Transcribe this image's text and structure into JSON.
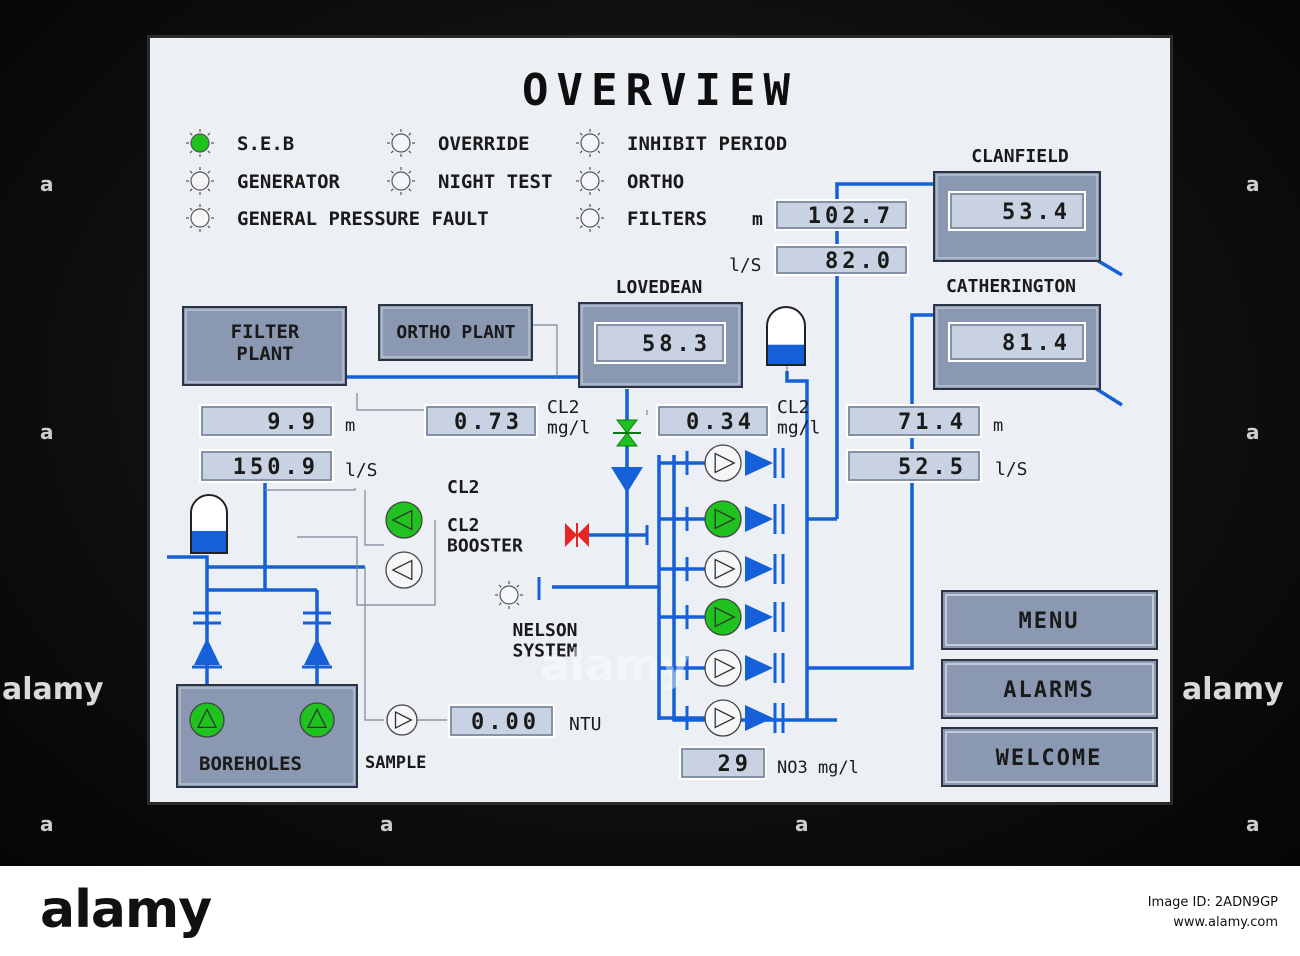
{
  "title": "OVERVIEW",
  "indicators": [
    {
      "label": "S.E.B",
      "state": "on"
    },
    {
      "label": "GENERATOR",
      "state": "off"
    },
    {
      "label": "GENERAL PRESSURE FAULT",
      "state": "off"
    },
    {
      "label": "OVERRIDE",
      "state": "off"
    },
    {
      "label": "NIGHT TEST",
      "state": "off"
    },
    {
      "label": "INHIBIT PERIOD",
      "state": "off"
    },
    {
      "label": "ORTHO",
      "state": "off"
    },
    {
      "label": "FILTERS",
      "state": "off"
    }
  ],
  "sites": {
    "clanfield": {
      "label": "CLANFIELD",
      "value": "53.4"
    },
    "catherington": {
      "label": "CATHERINGTON",
      "value": "81.4"
    },
    "lovedean": {
      "label": "LOVEDEAN",
      "value": "58.3"
    }
  },
  "plants": {
    "filter": "FILTER\nPLANT",
    "ortho": "ORTHO PLANT"
  },
  "readings": {
    "clanfield_m": {
      "value": "102.7",
      "unit": "m"
    },
    "clanfield_ls": {
      "value": "82.0",
      "unit": "l/S"
    },
    "filter_m": {
      "value": "9.9",
      "unit": "m"
    },
    "filter_ls": {
      "value": "150.9",
      "unit": "l/S"
    },
    "cl2_a": {
      "value": "0.73",
      "unit": "CL2\nmg/l"
    },
    "cl2_b": {
      "value": "0.34",
      "unit": "CL2\nmg/l"
    },
    "cath_m": {
      "value": "71.4",
      "unit": "m"
    },
    "cath_ls": {
      "value": "52.5",
      "unit": "l/S"
    },
    "ntu": {
      "value": "0.00",
      "unit": "NTU"
    },
    "no3": {
      "value": "29",
      "unit": "NO3 mg/l"
    }
  },
  "labels": {
    "cl2": "CL2",
    "cl2_booster": "CL2\nBOOSTER",
    "nelson_system": "NELSON\nSYSTEM",
    "sample": "SAMPLE",
    "boreholes": "BOREHOLES"
  },
  "pumps": {
    "green": [
      true,
      false
    ],
    "main": [
      false,
      true,
      false,
      true,
      false,
      false
    ],
    "boreholes": [
      true,
      true
    ]
  },
  "buttons": {
    "menu": "MENU",
    "alarms": "ALARMS",
    "welcome": "WELCOME"
  },
  "watermark": {
    "logo": "alamy",
    "image_id": "Image ID: 2ADN9GP",
    "site": "www.alamy.com",
    "side": "alamy"
  },
  "colors": {
    "pipe": "#1560d8",
    "on": "#1fc21f",
    "panel": "#8b98b2",
    "readout": "#c8d2e2",
    "valve_red": "#e82424",
    "screen": "#ecf0f4"
  }
}
